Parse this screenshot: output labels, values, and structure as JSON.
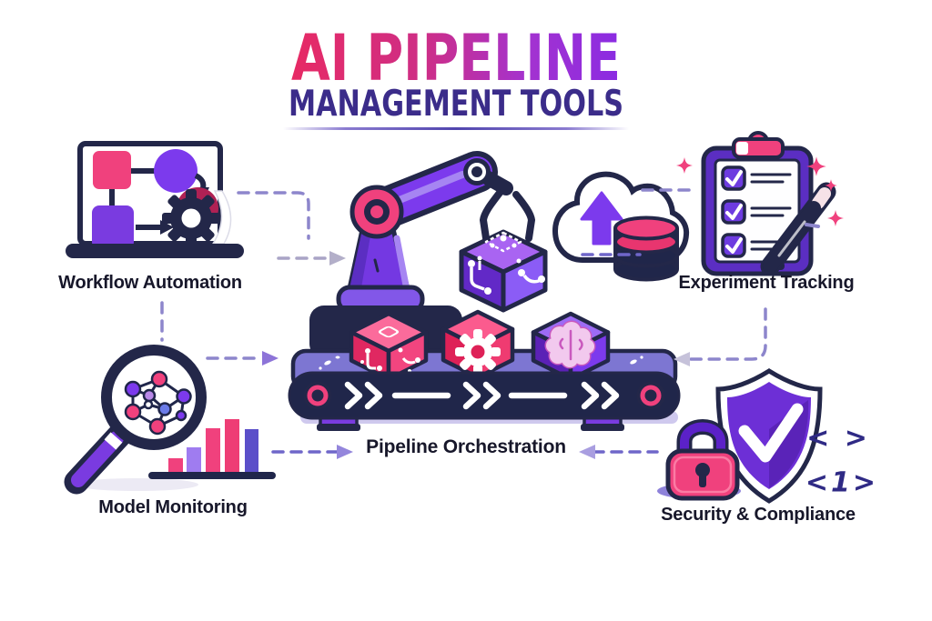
{
  "title": {
    "line1": "AI PIPELINE",
    "line2": "MANAGEMENT TOOLS"
  },
  "nodes": {
    "workflow_automation": {
      "label": "Workflow Automation",
      "icon": "laptop-flowchart-icon"
    },
    "experiment_tracking": {
      "label": "Experiment Tracking",
      "icon": "clipboard-checklist-pen-icon"
    },
    "pipeline_orchestration": {
      "label": "Pipeline Orchestration",
      "icon": "robot-arm-conveyor-icon"
    },
    "model_monitoring": {
      "label": "Model Monitoring",
      "icon": "magnifier-network-barchart-icon"
    },
    "security_compliance": {
      "label": "Security & Compliance",
      "icon": "shield-lock-code-icon"
    }
  },
  "decor": {
    "code_line1": "< >",
    "code_line2": "<1>"
  },
  "colors": {
    "pink": "#F0417D",
    "magenta": "#E8356F",
    "purple": "#7C3AED",
    "purple_deep": "#5B2EC2",
    "navy": "#232749",
    "platform_purple": "#7D76D2",
    "connector": "#8D86CC",
    "connector_strong": "#6F66C9",
    "title_dark": "#3B2C8A",
    "label_text": "#17172A",
    "code_text": "#2F2A85",
    "title_gradient_start": "#E72A64",
    "title_gradient_end": "#8A2BE2"
  }
}
